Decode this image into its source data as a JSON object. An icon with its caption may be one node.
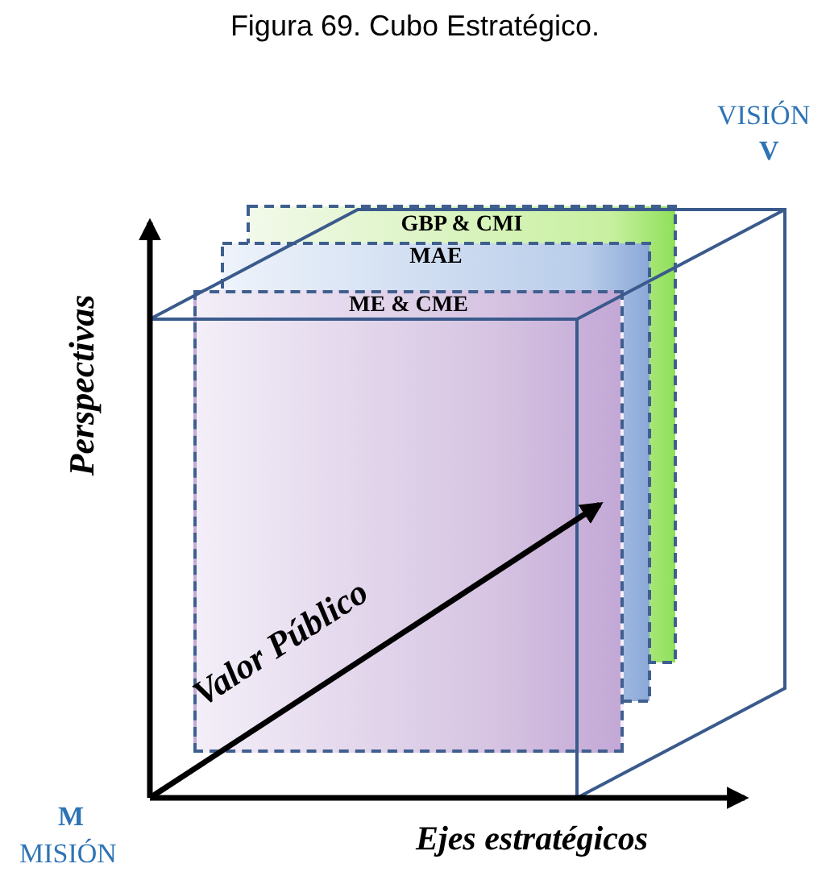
{
  "diagram": {
    "title": "Figura 69. Cubo Estratégico.",
    "nodes": [
      {
        "text": [
          "GBP & CMI"
        ]
      },
      {
        "text": [
          "MAE"
        ]
      },
      {
        "text": [
          "ME & CME"
        ]
      }
    ],
    "labels": [
      "VISIÓN",
      "V",
      "Perspectivas",
      "Valor Público",
      "M",
      "MISIÓN",
      "Ejes estratégicos"
    ]
  }
}
